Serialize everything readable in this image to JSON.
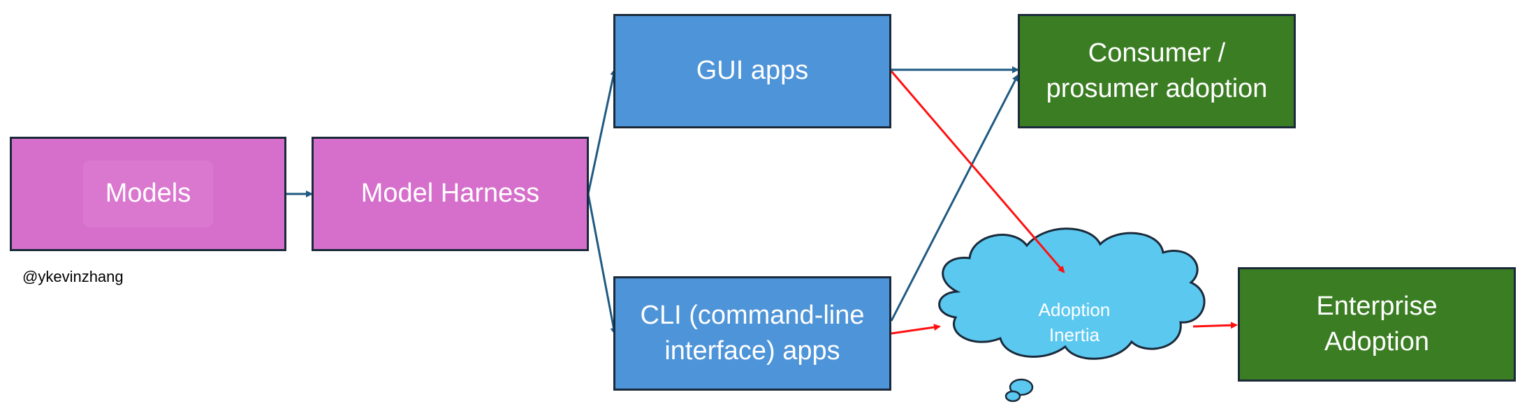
{
  "nodes": {
    "models": "Models",
    "harness": "Model Harness",
    "gui": "GUI apps",
    "cli": "CLI (command-line\ninterface) apps",
    "consumer": "Consumer /\nprosumer adoption",
    "enterprise": "Enterprise\nAdoption",
    "inertia_line1": "Adoption",
    "inertia_line2": "Inertia"
  },
  "credit": "@ykevinzhang",
  "colors": {
    "pink": "#d66fcb",
    "blue": "#4e94d8",
    "green": "#3b7d23",
    "cloud": "#5bc8f0",
    "blue_arrow": "#1f5a82",
    "red_arrow": "#ff1010"
  }
}
